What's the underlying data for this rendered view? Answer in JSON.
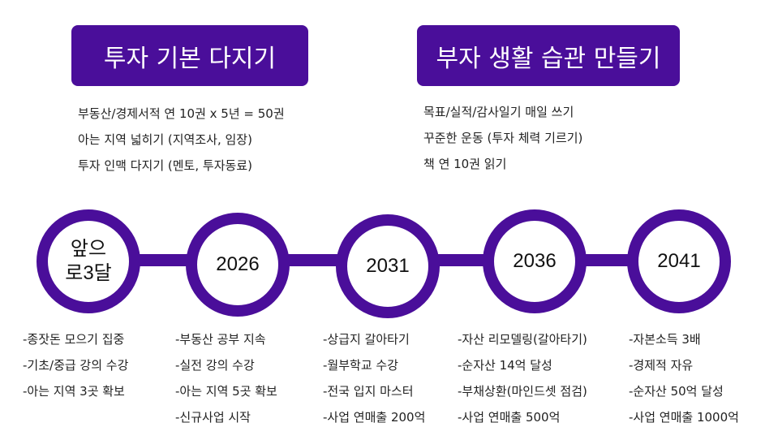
{
  "top_sections": [
    {
      "title": "투자 기본 다지기",
      "items": [
        "부동산/경제서적 연 10권 x 5년 = 50권",
        "아는 지역 넓히기 (지역조사, 임장)",
        "투자 인맥 다지기 (멘토, 투자동료)"
      ]
    },
    {
      "title": "부자 생활 습관 만들기",
      "items": [
        "목표/실적/감사일기 매일 쓰기",
        "꾸준한 운동 (투자 체력 기르기)",
        "책 연 10권 읽기"
      ]
    }
  ],
  "timeline": [
    {
      "label": "앞으\n로3달",
      "items": [
        "-종잣돈 모으기 집중",
        "-기초/중급 강의 수강",
        "-아는 지역 3곳 확보"
      ]
    },
    {
      "label": "2026",
      "items": [
        "-부동산 공부 지속",
        "-실전 강의 수강",
        "-아는 지역 5곳 확보",
        "-신규사업 시작"
      ]
    },
    {
      "label": "2031",
      "items": [
        "-상급지 갈아타기",
        "-월부학교 수강",
        "-전국 입지 마스터",
        "-사업 연매출 200억"
      ]
    },
    {
      "label": "2036",
      "items": [
        "-자산 리모델링(갈아타기)",
        "-순자산 14억 달성",
        "-부채상환(마인드셋 점검)",
        "-사업 연매출 500억"
      ]
    },
    {
      "label": "2041",
      "items": [
        "-자본소득 3배",
        "-경제적 자유",
        "-순자산 50억 달성",
        "-사업 연매출 1000억"
      ]
    }
  ],
  "colors": {
    "accent": "#4a0e9a"
  }
}
